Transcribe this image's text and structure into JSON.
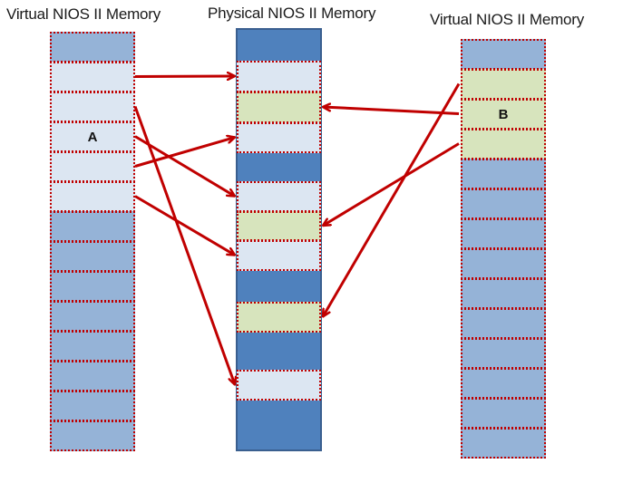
{
  "titles": {
    "left": "Virtual NIOS II Memory",
    "physical": "Physical NIOS II Memory",
    "right": "Virtual NIOS II Memory"
  },
  "colors": {
    "virtual_unused": "#95b3d7",
    "physical_unused": "#4f81bd",
    "process_a": "#dce6f2",
    "process_b": "#d7e4bd",
    "arrow": "#c00000",
    "dotted_border": "#c00000"
  },
  "left_memory": {
    "label": "A",
    "label_page": 3,
    "pages": [
      "unused",
      "A",
      "A",
      "A",
      "A",
      "A",
      "unused",
      "unused",
      "unused",
      "unused",
      "unused",
      "unused",
      "unused",
      "unused"
    ]
  },
  "physical_memory": {
    "frames": [
      "free",
      "A",
      "B",
      "A",
      "free",
      "A",
      "B",
      "A",
      "free",
      "B",
      "free",
      "A",
      "free"
    ]
  },
  "right_memory": {
    "label": "B",
    "label_page": 2,
    "pages": [
      "unused",
      "B",
      "B",
      "B",
      "unused",
      "unused",
      "unused",
      "unused",
      "unused",
      "unused",
      "unused",
      "unused",
      "unused",
      "unused"
    ]
  },
  "mappings": [
    {
      "from": "left",
      "page": 1,
      "to_frame": 1
    },
    {
      "from": "left",
      "page": 2,
      "to_frame": 11
    },
    {
      "from": "left",
      "page": 3,
      "to_frame": 5
    },
    {
      "from": "left",
      "page": 4,
      "to_frame": 3
    },
    {
      "from": "left",
      "page": 5,
      "to_frame": 7
    },
    {
      "from": "right",
      "page": 1,
      "to_frame": 9
    },
    {
      "from": "right",
      "page": 2,
      "to_frame": 2
    },
    {
      "from": "right",
      "page": 3,
      "to_frame": 6
    }
  ]
}
